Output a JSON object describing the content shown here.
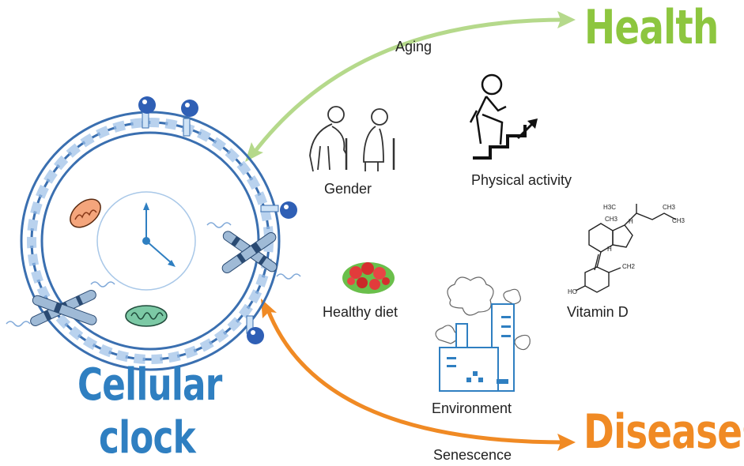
{
  "title_health": "Health",
  "title_diseases": "Diseases",
  "title_cellular_line1": "Cellular",
  "title_cellular_line2": "clock",
  "arrow_top_label": "Aging",
  "arrow_bottom_label": "Senescence",
  "factors": {
    "gender": "Gender",
    "physical_activity": "Physical activity",
    "healthy_diet": "Healthy diet",
    "environment": "Environment",
    "vitamin_d": "Vitamin D"
  },
  "chem_labels": {
    "h3c": "H3C",
    "ch3_top": "CH3",
    "ch3_right": "CH3",
    "ch3_bottom": "CH3",
    "h_a": "H",
    "h_b": "H",
    "ch2": "CH2",
    "ho": "HO"
  },
  "colors": {
    "health_green": "#8dc63f",
    "arrow_green": "#b5d98b",
    "diseases_orange": "#f08a24",
    "arrow_orange": "#f08a24",
    "clock_blue": "#2f7fc1",
    "dna_blue": "#7fa8d8",
    "dna_outline": "#3a6fb0"
  },
  "icons": [
    "elderly-couple-icon",
    "stairs-climber-icon",
    "vitamin-d-structure-icon",
    "salad-bowl-icon",
    "factory-pollution-icon",
    "clock-face-icon",
    "mitochondrion-icon",
    "chromosome-icon",
    "receptor-icon"
  ]
}
